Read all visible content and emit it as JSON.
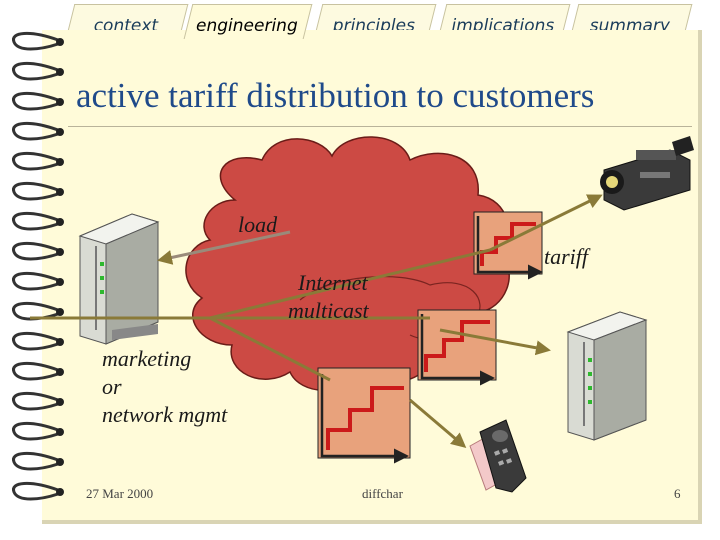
{
  "tabs": [
    "context",
    "engineering",
    "principles",
    "implications",
    "summary"
  ],
  "active_tab": "engineering",
  "title": "active tariff distribution to customers",
  "labels": {
    "load": "load",
    "tariff": "tariff",
    "internet_line1": "Internet",
    "internet_line2": "multicast",
    "marketing_line1": "marketing",
    "marketing_line2": "or",
    "marketing_line3": "network mgmt"
  },
  "footer": {
    "date": "27 Mar 2000",
    "center": "diffchar",
    "page": "6"
  },
  "colors": {
    "cloud": "#cc4a44",
    "arrow": "#8a7a38",
    "tariff_box": "#e8a27c",
    "staircase": "#cc1a1a",
    "title": "#1f4a8a"
  },
  "icons": [
    "server-icon",
    "camcorder-icon",
    "mobile-phone-icon",
    "spiral-binding-icon"
  ]
}
